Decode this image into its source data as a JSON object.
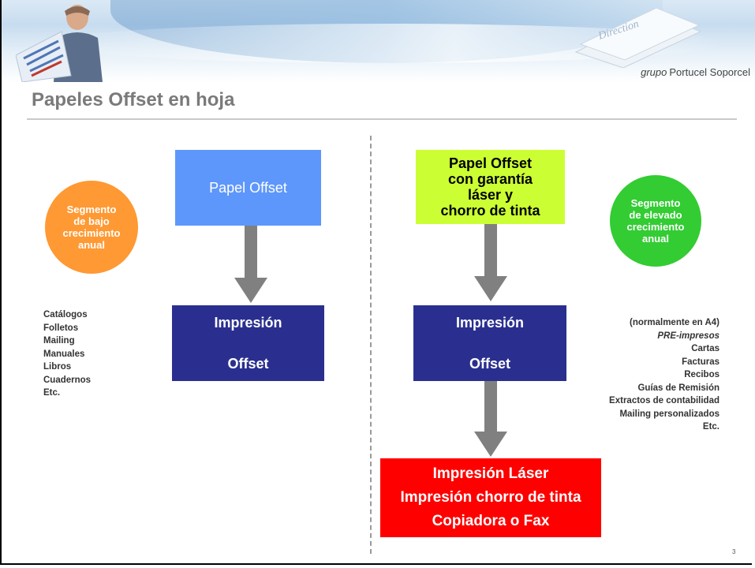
{
  "header": {
    "brand_prefix": "grupo",
    "brand_name": "Portucel Soporcel",
    "banner_paper_text": "Direction"
  },
  "slide": {
    "title": "Papeles Offset en hoja",
    "page_number": "3"
  },
  "left": {
    "circle_lines": [
      "Segmento",
      "de bajo",
      "crecimiento",
      "anual"
    ],
    "top_box": "Papel Offset",
    "mid_box_lines": [
      "Impresión",
      "Offset"
    ],
    "list": [
      "Catálogos",
      "Folletos",
      "Mailing",
      "Manuales",
      "Libros",
      "Cuadernos",
      "Etc."
    ]
  },
  "right": {
    "top_box_lines": [
      "Papel Offset",
      "con garantía",
      "láser y",
      "chorro de tinta"
    ],
    "circle_lines": [
      "Segmento",
      "de elevado",
      "crecimiento",
      "anual"
    ],
    "mid_box_lines": [
      "Impresión",
      "Offset"
    ],
    "bottom_box_lines": [
      "Impresión Láser",
      "Impresión chorro de tinta",
      "Copiadora o Fax"
    ],
    "list_header": "(normalmente en A4)",
    "list_subheader": "PRE-impresos",
    "list": [
      "Cartas",
      "Facturas",
      "Recibos",
      "Guías de Remisión",
      "Extractos de contabilidad",
      "Mailing personalizados",
      "Etc."
    ]
  },
  "colors": {
    "light_blue": "#5e97fb",
    "navy": "#2a2f8f",
    "lime": "#ccff33",
    "red": "#ff0000",
    "orange": "#ff9933",
    "green": "#33cc33",
    "arrow_gray": "#808080"
  }
}
